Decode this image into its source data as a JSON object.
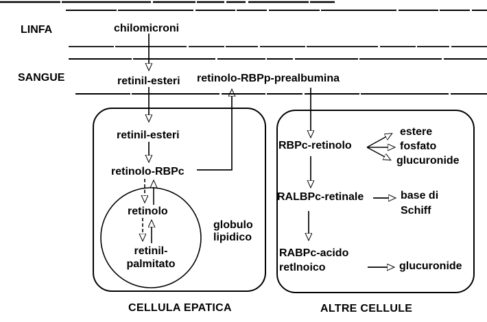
{
  "figure": {
    "ink_color": "#000000",
    "background_color": "#ffffff"
  },
  "compartments": {
    "lymph": {
      "label": "LINFA",
      "node_chylomicrons": "chilomicroni"
    },
    "blood": {
      "label": "SANGUE",
      "node_retinyl_esters": "retinil-esteri",
      "node_retinol_rbp_prealbumin": "retinolo-RBPp-prealbumina"
    }
  },
  "hepatic_cell": {
    "caption": "CELLULA EPATICA",
    "node_retinyl_esters": "retinil-esteri",
    "node_retinol_rbpc": "retinolo-RBPc",
    "node_retinol": "retinolo",
    "node_retinyl_palmitate_line1": "retinil-",
    "node_retinyl_palmitate_line2": "palmitato",
    "lipid_globule_label_line1": "globulo",
    "lipid_globule_label_line2": "lipidico"
  },
  "other_cells": {
    "caption": "ALTRE CELLULE",
    "node_rbpc_retinol": "RBPc-retinolo",
    "product_ester": "estere",
    "product_phosphate": "fosfato",
    "product_glucuronide_top": "glucuronide",
    "node_ralbpc_retinal": "RALBPc-retinale",
    "product_schiff_line1": "base di",
    "product_schiff_line2": "Schiff",
    "node_rabpc_acid_line1": "RABPc-acido",
    "node_rabpc_acid_line2": "retlnoico",
    "product_glucuronide_bottom": "glucuronide"
  }
}
